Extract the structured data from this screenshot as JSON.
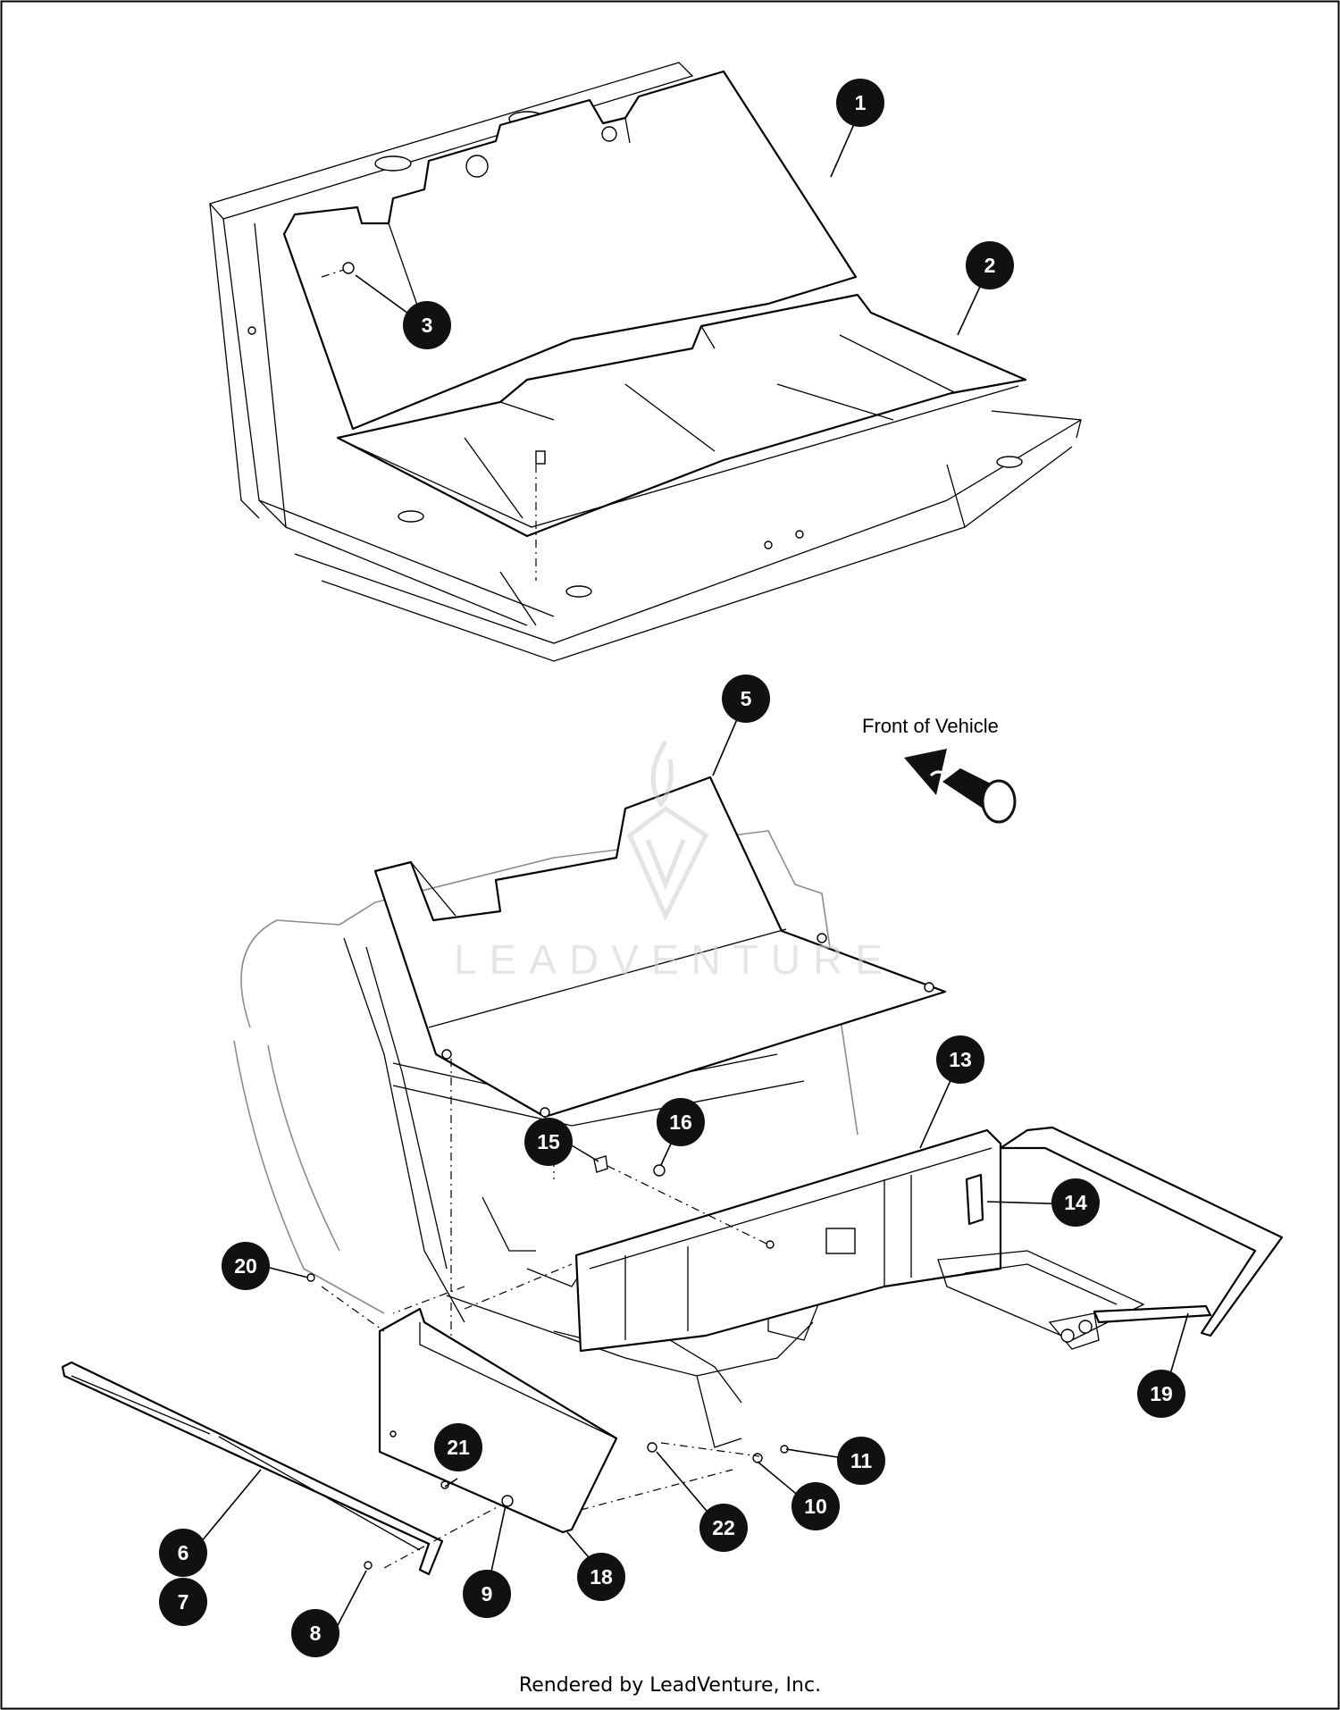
{
  "diagram": {
    "labels": {
      "front_of_vehicle": "Front of Vehicle",
      "credit": "Rendered by LeadVenture, Inc.",
      "watermark": "LEADVENTURE"
    },
    "callouts": [
      "1",
      "2",
      "3",
      "5",
      "6",
      "7",
      "8",
      "9",
      "10",
      "11",
      "13",
      "14",
      "15",
      "16",
      "18",
      "19",
      "20",
      "21",
      "22"
    ],
    "icons": {
      "front_arrow": "front-direction-arrow-icon",
      "watermark_logo": "leadventure-logo-icon"
    },
    "colors": {
      "line": "#000000",
      "callout_fill": "#111111",
      "callout_text": "#ffffff",
      "ghost_line": "#8c8c8c"
    }
  }
}
